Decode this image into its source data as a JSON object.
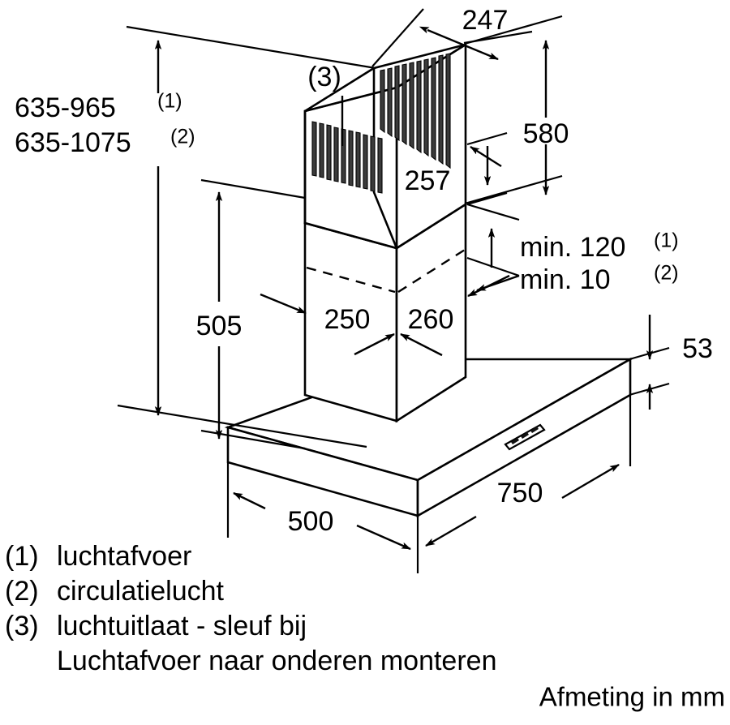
{
  "drawing": {
    "title": "Cooker hood installation dimension drawing",
    "units_note": "Afmeting in mm",
    "line_color": "#000000",
    "background_color": "#ffffff"
  },
  "dimensions": {
    "chimney_height_1": "635-965",
    "chimney_height_1_ref": "(1)",
    "chimney_height_2": "635-1075",
    "chimney_height_2_ref": "(2)",
    "body_height": "505",
    "chimney_depth_top": "247",
    "chimney_height_upper": "580",
    "chimney_width_upper": "257",
    "canopy_offset_left": "250",
    "canopy_offset_right": "260",
    "min_clearance_1": "min. 120",
    "min_clearance_1_ref": "(1)",
    "min_clearance_2": "min. 10",
    "min_clearance_2_ref": "(2)",
    "hood_thickness": "53",
    "hood_width": "750",
    "hood_depth": "500",
    "air_outlet_ref": "(3)"
  },
  "legend": {
    "items": [
      {
        "marker": "(1)",
        "label": "luchtafvoer"
      },
      {
        "marker": "(2)",
        "label": "circulatielucht"
      },
      {
        "marker": "(3)",
        "label": "luchtuitlaat - sleuf bij"
      }
    ],
    "continuation": "Luchtafvoer naar onderen monteren"
  },
  "footer": {
    "units": "Afmeting in mm"
  }
}
